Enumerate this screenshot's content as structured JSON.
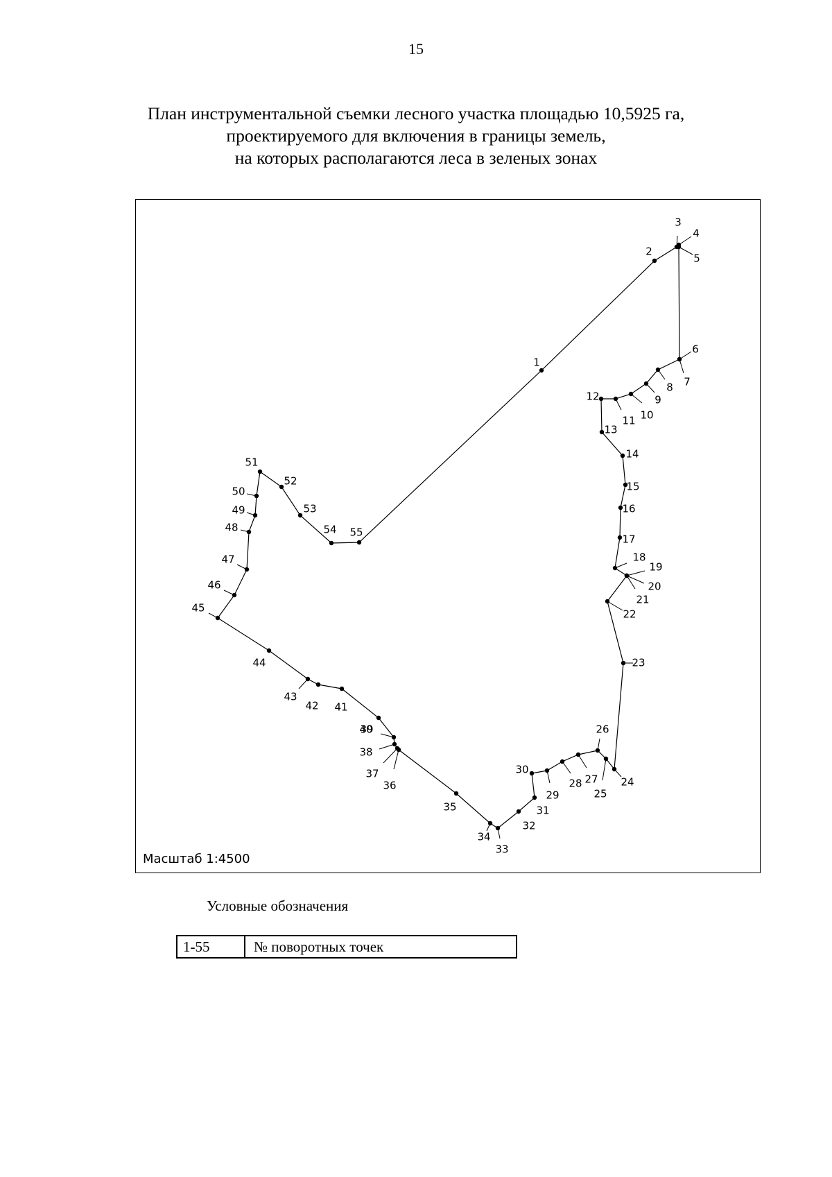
{
  "page_number": "15",
  "title_lines": [
    "План инструментальной съемки лесного участка площадью 10,5925 га,",
    "проектируемого для включения в границы земель,",
    "на которых располагаются леса в зеленых зонах"
  ],
  "scale_label": "Масштаб 1:4500",
  "points": [
    {
      "n": "1"
    },
    {
      "n": "2"
    },
    {
      "n": "3"
    },
    {
      "n": "4"
    },
    {
      "n": "5"
    },
    {
      "n": "6"
    },
    {
      "n": "7"
    },
    {
      "n": "8"
    },
    {
      "n": "9"
    },
    {
      "n": "10"
    },
    {
      "n": "11"
    },
    {
      "n": "12"
    },
    {
      "n": "13"
    },
    {
      "n": "14"
    },
    {
      "n": "15"
    },
    {
      "n": "16"
    },
    {
      "n": "17"
    },
    {
      "n": "18"
    },
    {
      "n": "19"
    },
    {
      "n": "20"
    },
    {
      "n": "21"
    },
    {
      "n": "22"
    },
    {
      "n": "23"
    },
    {
      "n": "24"
    },
    {
      "n": "25"
    },
    {
      "n": "26"
    },
    {
      "n": "27"
    },
    {
      "n": "28"
    },
    {
      "n": "29"
    },
    {
      "n": "30"
    },
    {
      "n": "31"
    },
    {
      "n": "32"
    },
    {
      "n": "33"
    },
    {
      "n": "34"
    },
    {
      "n": "35"
    },
    {
      "n": "36"
    },
    {
      "n": "37"
    },
    {
      "n": "38"
    },
    {
      "n": "39"
    },
    {
      "n": "40"
    },
    {
      "n": "41"
    },
    {
      "n": "42"
    },
    {
      "n": "43"
    },
    {
      "n": "44"
    },
    {
      "n": "45"
    },
    {
      "n": "46"
    },
    {
      "n": "47"
    },
    {
      "n": "48"
    },
    {
      "n": "49"
    },
    {
      "n": "50"
    },
    {
      "n": "51"
    },
    {
      "n": "52"
    },
    {
      "n": "53"
    },
    {
      "n": "54"
    },
    {
      "n": "55"
    }
  ],
  "legend": {
    "title": "Условные обозначения",
    "rows": [
      {
        "code": "1-55",
        "description": "№ поворотных точек"
      }
    ]
  }
}
